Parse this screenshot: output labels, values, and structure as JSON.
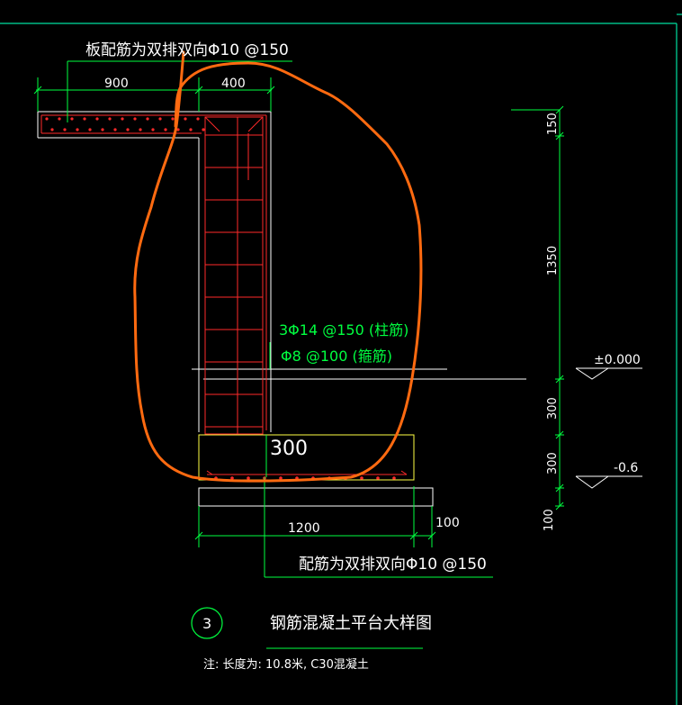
{
  "colors": {
    "background": "#000000",
    "frame": "#00e0a0",
    "outline": "#ffffff",
    "rebar": "#ff2a2a",
    "dimension": "#00ff40",
    "footing": "#ffff44",
    "markup": "#ff6a10"
  },
  "annotations": {
    "slab_rebar": "板配筋为双排双向Φ10 @150",
    "wall_rebar_main": "3Φ14 @150 (柱筋)",
    "wall_rebar_stirrup": "Φ8 @100 (箍筋)",
    "footing_rebar": "配筋为双排双向Φ10 @150",
    "footing_label": "300"
  },
  "dimensions": {
    "top_slab": "900",
    "top_wall": "400",
    "right_150": "150",
    "right_1350": "1350",
    "right_300a": "300",
    "right_300b": "300",
    "right_100": "100",
    "bottom_1200": "1200",
    "bottom_100": "100"
  },
  "elevations": {
    "ground": "±0.000",
    "footing": "-0.6"
  },
  "title": {
    "number": "3",
    "text": "钢筋混凝土平台大样图",
    "note": "注: 长度为: 10.8米, C30混凝土"
  }
}
